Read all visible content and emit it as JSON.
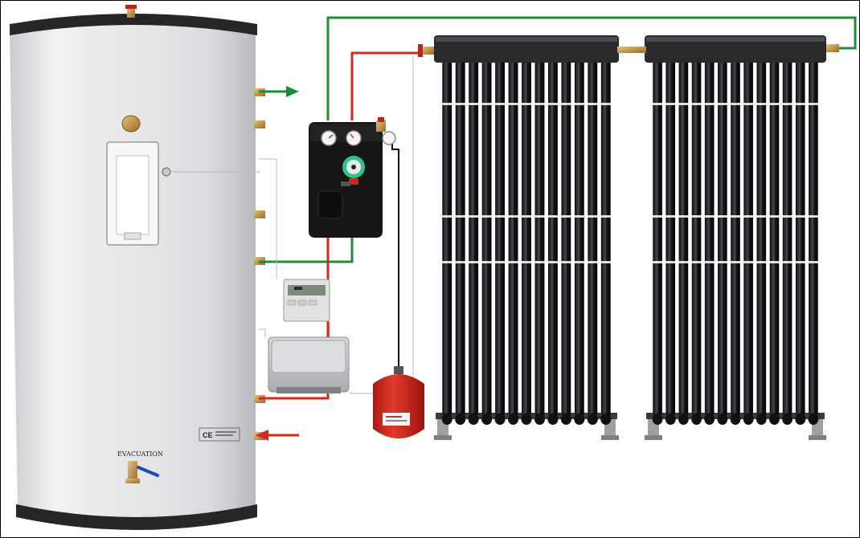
{
  "tank": {
    "evacuation_label": "EVACUATION",
    "ce_mark": "CE"
  },
  "collectors": [
    {
      "tube_count": 13
    },
    {
      "tube_count": 13
    }
  ],
  "colors": {
    "hot_pipe": "#d42a1e",
    "cold_pipe": "#1f8a3a",
    "sensor_wire": "#b9b9b9",
    "tank_body": "#e6e7e8",
    "tank_cap": "#222222",
    "tube": "#1b1b1e",
    "manifold": "#2a2a2c",
    "expansion_vessel": "#d3281e",
    "pump_station": "#161616"
  }
}
